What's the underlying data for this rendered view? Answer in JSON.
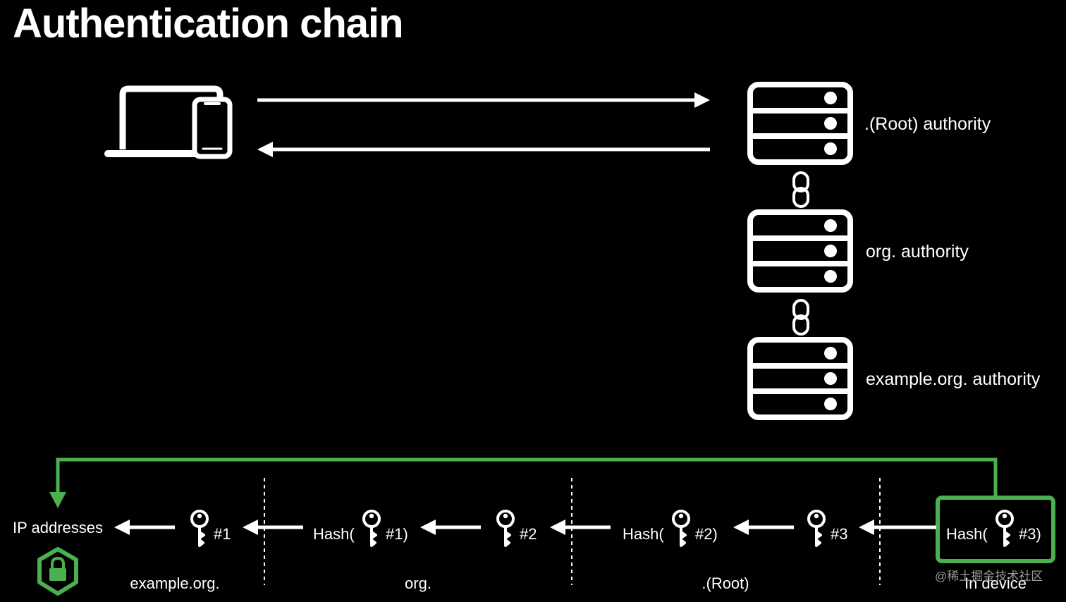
{
  "title": "Authentication chain",
  "authorities": [
    {
      "label": ".(Root) authority"
    },
    {
      "label": "org. authority"
    },
    {
      "label": "example.org. authority"
    }
  ],
  "flow": {
    "ip_addresses": "IP addresses",
    "steps": [
      {
        "prefix": "",
        "suffix": "#1"
      },
      {
        "prefix": "Hash(",
        "suffix": "#1)"
      },
      {
        "prefix": "",
        "suffix": "#2"
      },
      {
        "prefix": "Hash(",
        "suffix": "#2)"
      },
      {
        "prefix": "",
        "suffix": "#3"
      },
      {
        "prefix": "Hash(",
        "suffix": "#3)"
      }
    ]
  },
  "segments": [
    "example.org.",
    "org.",
    ".(Root)",
    "In device"
  ],
  "watermark": "@稀土掘金技术社区",
  "colors": {
    "background": "#000000",
    "foreground": "#ffffff",
    "accent_green": "#4caf50"
  },
  "icons": {
    "client_device": "laptop-phone-icon",
    "authority": "server-icon",
    "chain": "chain-link-icon",
    "key": "key-icon",
    "secure": "shield-lock-icon"
  }
}
